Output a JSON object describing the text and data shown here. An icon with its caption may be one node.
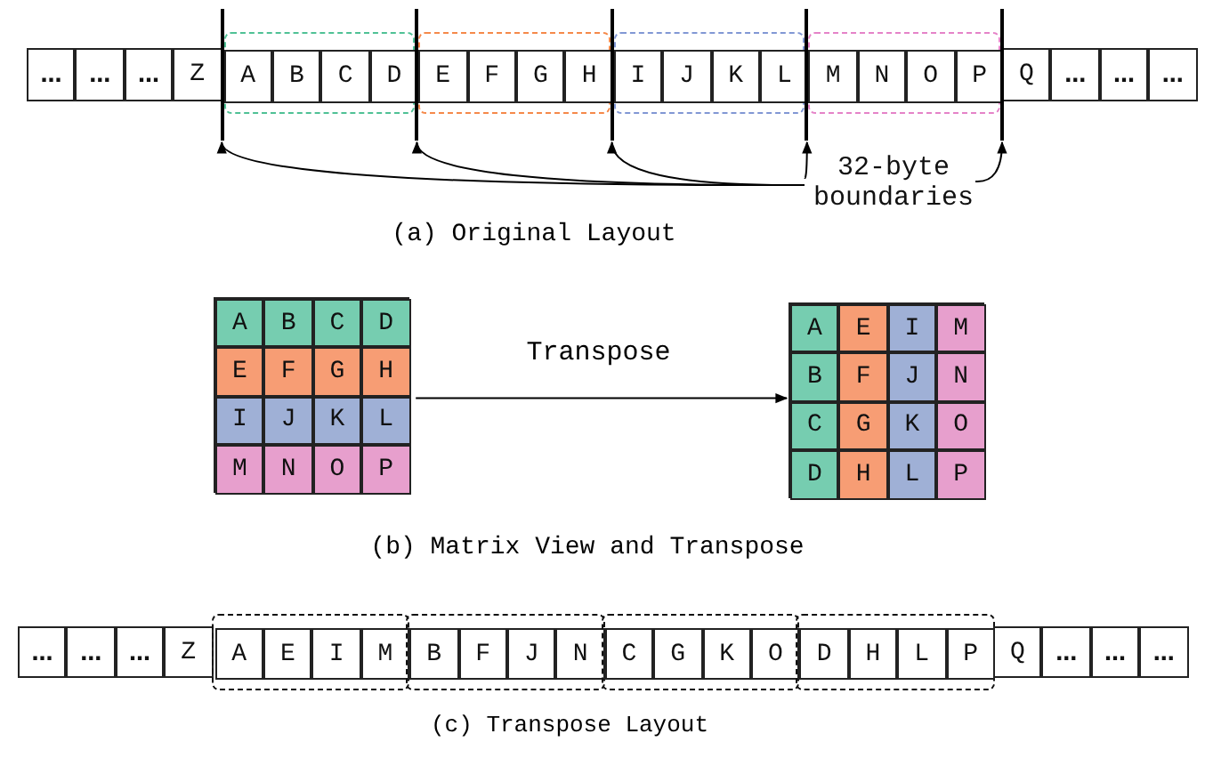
{
  "diagram": {
    "nodes": [
      {
        "text": [
          "…"
        ]
      },
      {
        "text": [
          "…"
        ]
      },
      {
        "text": [
          "…"
        ]
      },
      {
        "text": [
          "Z"
        ]
      },
      {
        "text": [],
        "shape": "box"
      },
      {
        "text": [
          "A"
        ],
        "in": 4
      },
      {
        "text": [
          "B"
        ],
        "in": 4
      },
      {
        "text": [
          "C"
        ],
        "in": 4
      },
      {
        "text": [
          "D"
        ],
        "in": 4
      },
      {
        "text": [],
        "shape": "box"
      },
      {
        "text": [
          "E"
        ],
        "in": 9
      },
      {
        "text": [
          "F"
        ],
        "in": 9
      },
      {
        "text": [
          "G"
        ],
        "in": 9
      },
      {
        "text": [
          "H"
        ],
        "in": 9
      },
      {
        "text": [],
        "shape": "box"
      },
      {
        "text": [
          "I"
        ],
        "in": 14
      },
      {
        "text": [
          "J"
        ],
        "in": 14
      },
      {
        "text": [
          "K"
        ],
        "in": 14
      },
      {
        "text": [
          "L"
        ],
        "in": 14
      },
      {
        "text": [],
        "shape": "box"
      },
      {
        "text": [
          "M"
        ],
        "in": 19
      },
      {
        "text": [
          "N"
        ],
        "in": 19
      },
      {
        "text": [
          "O"
        ],
        "in": 19
      },
      {
        "text": [
          "P"
        ],
        "in": 19
      },
      {
        "text": [
          "Q"
        ]
      },
      {
        "text": [
          "…"
        ]
      },
      {
        "text": [
          "…"
        ]
      },
      {
        "text": [
          "…"
        ]
      },
      {
        "text": [],
        "shape": "line"
      },
      {
        "text": [],
        "shape": "line"
      },
      {
        "text": [],
        "shape": "line"
      },
      {
        "text": [],
        "shape": "line"
      },
      {
        "text": [],
        "shape": "line"
      },
      {
        "text": [
          "32-byte boundaries"
        ]
      },
      {
        "text": [],
        "shape": "box"
      },
      {
        "text": [
          "A"
        ],
        "in": 34
      },
      {
        "text": [
          "B"
        ],
        "in": 34
      },
      {
        "text": [
          "C"
        ],
        "in": 34
      },
      {
        "text": [
          "D"
        ],
        "in": 34
      },
      {
        "text": [
          "E"
        ],
        "in": 34
      },
      {
        "text": [
          "F"
        ],
        "in": 34
      },
      {
        "text": [
          "G"
        ],
        "in": 34
      },
      {
        "text": [
          "H"
        ],
        "in": 34
      },
      {
        "text": [
          "I"
        ],
        "in": 34
      },
      {
        "text": [
          "J"
        ],
        "in": 34
      },
      {
        "text": [
          "K"
        ],
        "in": 34
      },
      {
        "text": [
          "L"
        ],
        "in": 34
      },
      {
        "text": [
          "M"
        ],
        "in": 34
      },
      {
        "text": [
          "N"
        ],
        "in": 34
      },
      {
        "text": [
          "O"
        ],
        "in": 34
      },
      {
        "text": [
          "P"
        ],
        "in": 34
      },
      {
        "text": [],
        "shape": "box"
      },
      {
        "text": [
          "A"
        ],
        "in": 51
      },
      {
        "text": [
          "E"
        ],
        "in": 51
      },
      {
        "text": [
          "I"
        ],
        "in": 51
      },
      {
        "text": [
          "M"
        ],
        "in": 51
      },
      {
        "text": [
          "B"
        ],
        "in": 51
      },
      {
        "text": [
          "F"
        ],
        "in": 51
      },
      {
        "text": [
          "J"
        ],
        "in": 51
      },
      {
        "text": [
          "N"
        ],
        "in": 51
      },
      {
        "text": [
          "C"
        ],
        "in": 51
      },
      {
        "text": [
          "G"
        ],
        "in": 51
      },
      {
        "text": [
          "K"
        ],
        "in": 51
      },
      {
        "text": [
          "O"
        ],
        "in": 51
      },
      {
        "text": [
          "D"
        ],
        "in": 51
      },
      {
        "text": [
          "H"
        ],
        "in": 51
      },
      {
        "text": [
          "L"
        ],
        "in": 51
      },
      {
        "text": [
          "P"
        ],
        "in": 51
      },
      {
        "text": [
          "…"
        ]
      },
      {
        "text": [
          "…"
        ]
      },
      {
        "text": [
          "…"
        ]
      },
      {
        "text": [
          "Z"
        ]
      },
      {
        "text": [],
        "shape": "box"
      },
      {
        "text": [
          "A"
        ],
        "in": 72
      },
      {
        "text": [
          "E"
        ],
        "in": 72
      },
      {
        "text": [
          "I"
        ],
        "in": 72
      },
      {
        "text": [
          "M"
        ],
        "in": 72
      },
      {
        "text": [],
        "shape": "box"
      },
      {
        "text": [
          "B"
        ],
        "in": 77
      },
      {
        "text": [
          "F"
        ],
        "in": 77
      },
      {
        "text": [
          "J"
        ],
        "in": 77
      },
      {
        "text": [
          "N"
        ],
        "in": 77
      },
      {
        "text": [],
        "shape": "box"
      },
      {
        "text": [
          "C"
        ],
        "in": 82
      },
      {
        "text": [
          "G"
        ],
        "in": 82
      },
      {
        "text": [
          "K"
        ],
        "in": 82
      },
      {
        "text": [
          "O"
        ],
        "in": 82
      },
      {
        "text": [],
        "shape": "box"
      },
      {
        "text": [
          "D"
        ],
        "in": 87
      },
      {
        "text": [
          "H"
        ],
        "in": 87
      },
      {
        "text": [
          "L"
        ],
        "in": 87
      },
      {
        "text": [
          "P"
        ],
        "in": 87
      },
      {
        "text": [
          "Q"
        ]
      },
      {
        "text": [
          "…"
        ]
      },
      {
        "text": [
          "…"
        ]
      },
      {
        "text": [
          "…"
        ]
      }
    ],
    "edges": [
      {
        "from": 33,
        "to": 28,
        "arrow": "to"
      },
      {
        "from": 33,
        "to": 29,
        "arrow": "to"
      },
      {
        "from": 33,
        "to": 30,
        "arrow": "to"
      },
      {
        "from": 33,
        "to": 31,
        "arrow": "to"
      },
      {
        "from": 33,
        "to": 32,
        "arrow": "to"
      },
      {
        "from": 34,
        "to": 51,
        "arrow": "to",
        "label": "Transpose"
      }
    ],
    "labels": [
      "(a) Original Layout",
      "(b) Matrix View and Transpose",
      "(c) Transpose Layout"
    ]
  }
}
